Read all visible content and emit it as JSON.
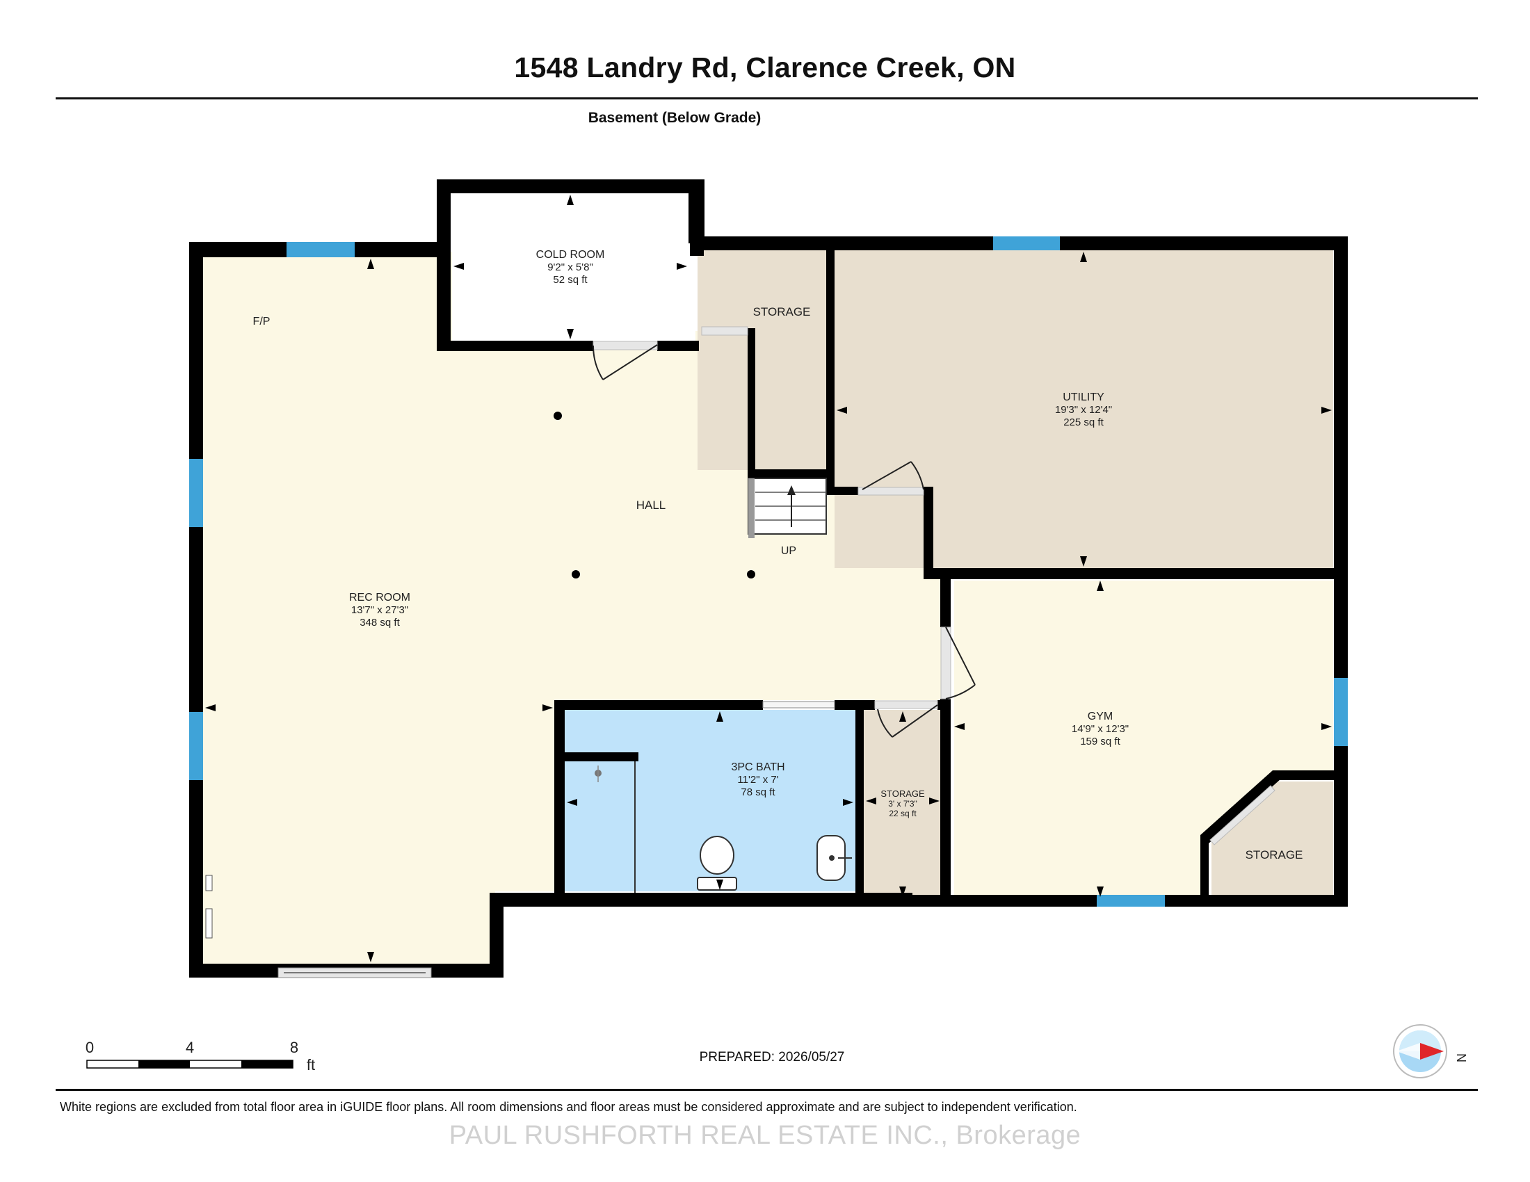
{
  "header": {
    "title": "1548 Landry Rd, Clarence Creek, ON",
    "level": "Basement (Below Grade)"
  },
  "colors": {
    "rec_room": "#fcf8e4",
    "utility": "#e8dfcf",
    "storage": "#e8dfcf",
    "bath": "#bfe3fa",
    "cold_room": "#ffffff",
    "wall": "#000000",
    "window": "#3fa3d8"
  },
  "rooms": {
    "cold_room": {
      "name": "COLD ROOM",
      "dims": "9'2\" x 5'8\"",
      "area": "52 sq ft"
    },
    "storage_top": {
      "name": "STORAGE"
    },
    "utility": {
      "name": "UTILITY",
      "dims": "19'3\" x 12'4\"",
      "area": "225 sq ft"
    },
    "rec_room": {
      "name": "REC ROOM",
      "dims": "13'7\" x 27'3\"",
      "area": "348 sq ft"
    },
    "hall": {
      "name": "HALL"
    },
    "fireplace": {
      "name": "F/P"
    },
    "stairs": {
      "name": "UP"
    },
    "bath": {
      "name": "3PC BATH",
      "dims": "11'2\" x 7'",
      "area": "78 sq ft"
    },
    "storage_small": {
      "name": "STORAGE",
      "dims": "3' x 7'3\"",
      "area": "22 sq ft"
    },
    "gym": {
      "name": "GYM",
      "dims": "14'9\" x 12'3\"",
      "area": "159 sq ft"
    },
    "storage_corner": {
      "name": "STORAGE"
    }
  },
  "scale_bar": {
    "labels": [
      "0",
      "4",
      "8"
    ],
    "unit": "ft"
  },
  "compass": {
    "direction": "N"
  },
  "footer": {
    "prepared": "PREPARED: 2026/05/27",
    "disclaimer": "White regions are excluded from total floor area in iGUIDE floor plans. All room dimensions and floor areas must be considered approximate and are subject to independent verification.",
    "watermark": "PAUL RUSHFORTH REAL ESTATE INC., Brokerage"
  }
}
